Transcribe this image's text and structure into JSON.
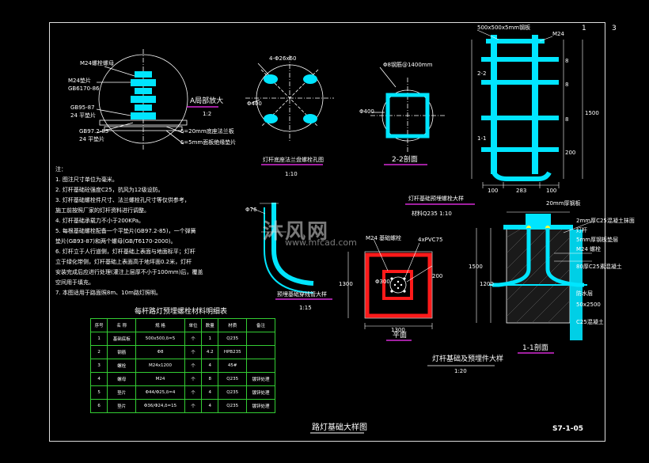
{
  "corner_labels": {
    "left": "1",
    "right": "3"
  },
  "detail_a": {
    "title": "A局部放大",
    "scale": "1:2",
    "callouts": [
      "M24螺栓螺母",
      "M24垫片",
      "GB6170-86",
      "GB95-87",
      "24 平垫片",
      "GB97.2-85",
      "24 平垫片",
      "δ=20mm底座法兰板",
      "δ=5mm面板绝缘垫片"
    ]
  },
  "flange_plan": {
    "title": "灯杆底座法兰盘螺栓孔图",
    "scale": "1:10",
    "dims": [
      "4-Φ26x60",
      "Φ400"
    ]
  },
  "section_2_2": {
    "title": "2-2剖面",
    "dims": [
      "Φ8钢筋@1400mm",
      "Φ400"
    ]
  },
  "bolt_detail": {
    "title": "灯杆基础预埋螺栓大样",
    "subtitle": "材料Q235   1:10",
    "dims": [
      "500x500x5mm钢板",
      "M24",
      "2-2",
      "1-1",
      "8",
      "8",
      "8",
      "1500",
      "200",
      "100",
      "283",
      "100"
    ]
  },
  "notes": [
    "注：",
    "1. 图注尺寸单位为毫米。",
    "2. 灯杆基础砼强度C25，抗风为12级设防。",
    "3. 灯杆基础螺栓件尺寸、法兰螺栓孔尺寸等仅供参考，",
    "   施工前按照厂家的灯杆资料进行调整。",
    "4. 灯杆基础承载力不小于200KPa。",
    "5. 每根基础螺栓配备一个平垫片(GB97.2-85)，一个弹簧",
    "   垫片(GB93-87)和两个螺母(GB/T6170-2000)。",
    "6. 灯杆立于人行道侧，灯杆基础上表面与地面标平；灯杆",
    "   立于绿化带侧，灯杆基础上表面高于地坪面0.2米，灯杆",
    "   安装完成后应进行处理(灌注上层厚不小于100mm)后，覆盖",
    "   空间用于填充。",
    "7. 本图适用于路面照8m、10m路灯照明。"
  ],
  "conduit_detail": {
    "title": "预埋基础穿线管大样",
    "scale": "1:15",
    "dims": [
      "Φ76"
    ]
  },
  "plan_view": {
    "title": "平面",
    "dims": [
      "M24 基础螺栓",
      "4xPVC75",
      "Φ300",
      "1300",
      "1300",
      "200"
    ]
  },
  "section_1_1": {
    "title": "1-1剖面",
    "dims": [
      "20mm厚钢板",
      "2mm厚C25混凝土抹面",
      "5mm厚钢板垫层",
      "灯杆",
      "M24 螺栓",
      "80厚C25素混凝土",
      "防水层",
      "50x2500",
      "C25混凝土",
      "1500",
      "1200"
    ]
  },
  "foundation_title": {
    "title": "灯杆基础及预埋件大样",
    "scale": "1:20"
  },
  "materials_table": {
    "title": "每杆路灯预埋螺栓材料明细表",
    "headers": [
      "序号",
      "名  称",
      "规  格",
      "单位",
      "数量",
      "材质",
      "备注"
    ],
    "rows": [
      [
        "1",
        "基础底板",
        "500x500,δ=5",
        "个",
        "1",
        "Q235",
        ""
      ],
      [
        "2",
        "钢筋",
        "Φ8",
        "个",
        "4.2",
        "HPB235",
        ""
      ],
      [
        "3",
        "螺栓",
        "M24x1200",
        "个",
        "4",
        "45#",
        ""
      ],
      [
        "4",
        "螺母",
        "M24",
        "个",
        "8",
        "Q235",
        "镀锌处理"
      ],
      [
        "5",
        "垫片",
        "Φ44/Φ25,δ=4",
        "个",
        "4",
        "Q235",
        "镀锌处理"
      ],
      [
        "6",
        "垫片",
        "Φ36/Φ24,δ=15",
        "个",
        "4",
        "Q235",
        "镀锌处理"
      ]
    ]
  },
  "drawing_title": "路灯基础大样图",
  "drawing_number": "S7-1-05",
  "watermark": {
    "main": "沐风网",
    "url": "www.mfcad.com"
  },
  "colors": {
    "cyan": "#00e5ff",
    "red": "#ff1a1a",
    "green": "#33cc33",
    "yellow": "#ffff66",
    "magenta": "#ff33ff"
  }
}
